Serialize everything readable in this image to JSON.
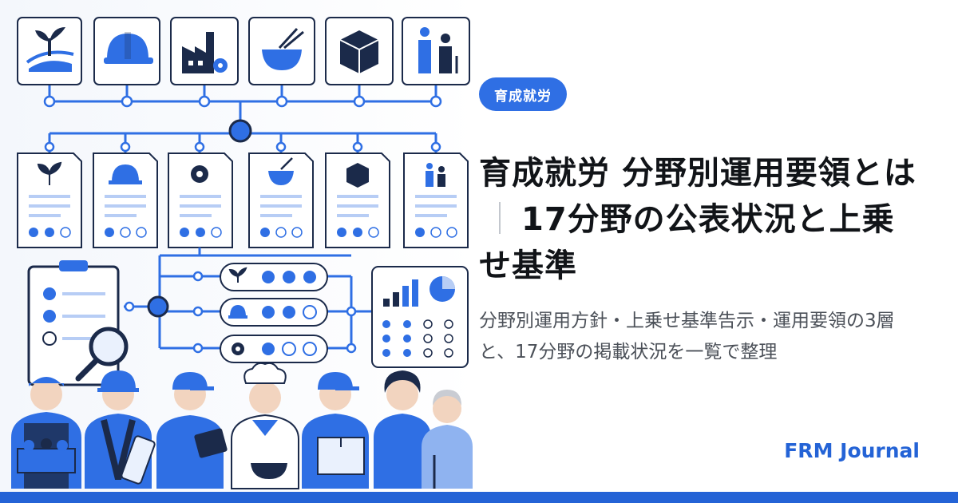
{
  "tag": "育成就労",
  "title": {
    "part1": "育成就労 分野別運用要領とは",
    "separator": "｜",
    "part2": "17分野の公表状況と上乗せ基準"
  },
  "subtitle": "分野別運用方針・上乗せ基準告示・運用要領の3層と、17分野の掲載状況を一覧で整理",
  "brand": "FRM Journal",
  "colors": {
    "accent": "#2463d6",
    "tag_bg": "#2f6fe4",
    "title_text": "#111418",
    "subtitle_text": "#4b5058",
    "illustration_blue": "#2f6fe4",
    "illustration_dark": "#1b2a4a"
  },
  "illustration": {
    "sector_icons": [
      "farm-sprout-icon",
      "hard-hat-icon",
      "factory-gear-icon",
      "food-bowl-chopsticks-icon",
      "package-box-icon",
      "caregiver-elderly-icon"
    ],
    "document_icons": [
      "sprout-icon",
      "hard-hat-icon",
      "gear-icon",
      "bowl-icon",
      "box-icon",
      "caregiver-icon"
    ],
    "document_levels": [
      2,
      1,
      2,
      1,
      2,
      1
    ],
    "checklist_pill_icons": [
      "sprout-icon",
      "hard-hat-icon",
      "gear-icon"
    ],
    "checklist_pill_levels": [
      3,
      2,
      1
    ],
    "workers": [
      "farmer-with-vegetables",
      "construction-worker-with-plans",
      "worker-with-tablet",
      "chef-with-bowl",
      "delivery-worker-with-box",
      "caregiver-with-elderly"
    ]
  }
}
